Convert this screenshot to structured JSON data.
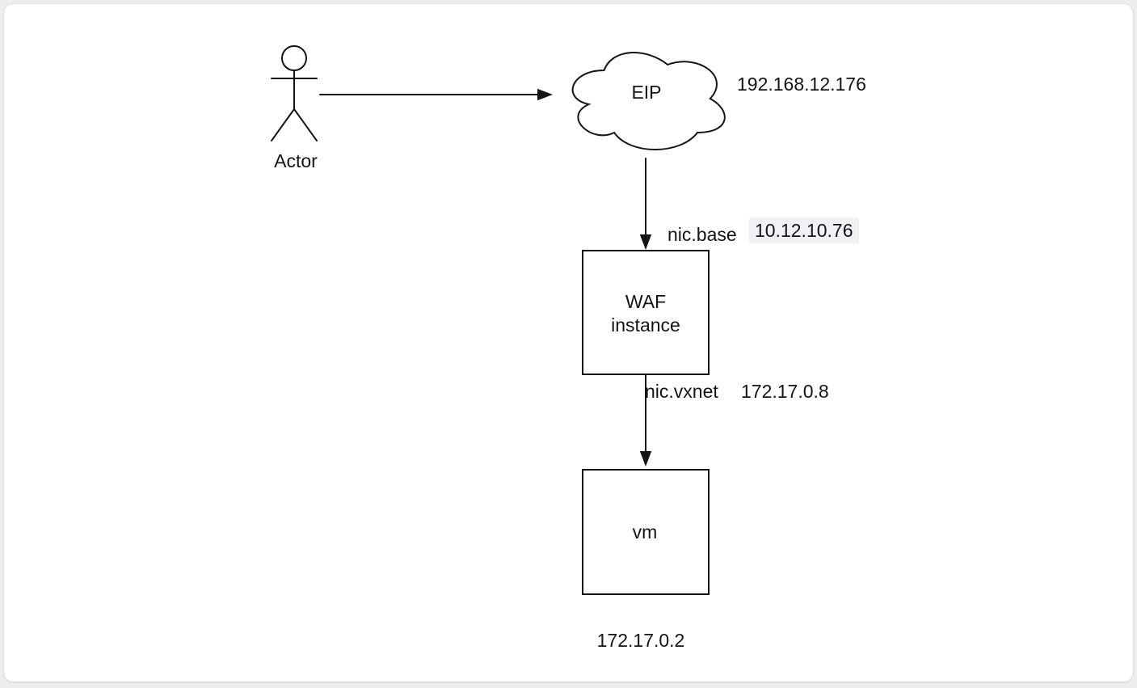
{
  "page": {
    "card_background": "#ffffff",
    "outer_background": "#eeeeef",
    "stroke_color": "#141414",
    "ip_highlight_color": "#f1f1f5"
  },
  "diagram": {
    "actor": {
      "label": "Actor"
    },
    "eip": {
      "label": "EIP",
      "ip": "192.168.12.176"
    },
    "nic_base": {
      "label": "nic.base",
      "ip": "10.12.10.76"
    },
    "waf": {
      "label_line1": "WAF",
      "label_line2": "instance"
    },
    "nic_vxnet": {
      "label": "nic.vxnet",
      "ip": "172.17.0.8"
    },
    "vm": {
      "label": "vm",
      "ip": "172.17.0.2"
    }
  }
}
